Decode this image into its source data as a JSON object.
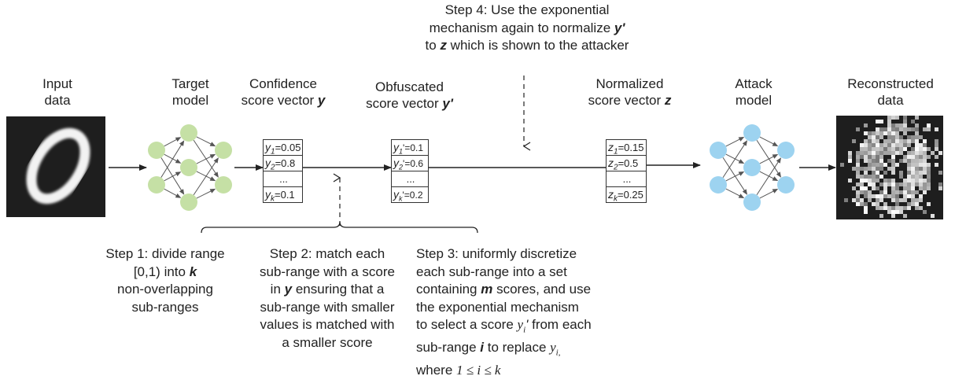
{
  "colors": {
    "target_model_nodes": "#c5e0a5",
    "attack_model_nodes": "#9dd3f0",
    "image_background": "#1e1e1e",
    "arrow": "#222222"
  },
  "labels": {
    "input_data": [
      "Input",
      "data"
    ],
    "target_model": [
      "Target",
      "model"
    ],
    "confidence_vector": {
      "line1": "Confidence",
      "line2": "score vector",
      "var": "y"
    },
    "obfuscated_vector": {
      "line1": "Obfuscated",
      "line2": "score vector",
      "var": "y'"
    },
    "normalized_vector": {
      "line1": "Normalized",
      "line2": "score vector",
      "var": "z"
    },
    "attack_model": [
      "Attack",
      "model"
    ],
    "reconstructed_data": [
      "Reconstructed",
      "data"
    ]
  },
  "vectors": {
    "confidence": [
      {
        "var": "y",
        "sub": "1",
        "val": "=0.05"
      },
      {
        "var": "y",
        "sub": "2",
        "val": "=0.8"
      },
      {
        "dots": "..."
      },
      {
        "var": "y",
        "sub": "k",
        "val": "=0.1"
      }
    ],
    "obfuscated": [
      {
        "var": "y",
        "sub": "1",
        "prime": "'",
        "val": "=0.1"
      },
      {
        "var": "y",
        "sub": "2",
        "prime": "'",
        "val": "=0.6"
      },
      {
        "dots": "..."
      },
      {
        "var": "y",
        "sub": "k",
        "prime": "'",
        "val": "=0.2"
      }
    ],
    "normalized": [
      {
        "var": "z",
        "sub": "1",
        "val": "=0.15"
      },
      {
        "var": "z",
        "sub": "2",
        "val": "=0.5"
      },
      {
        "dots": "..."
      },
      {
        "var": "z",
        "sub": "k",
        "val": "=0.25"
      }
    ]
  },
  "steps": {
    "step4": {
      "line1": "Step 4: Use the exponential",
      "line2a": "mechanism again to normalize ",
      "line2_var": "y'",
      "line3_pre": "to ",
      "line3_var": "z",
      "line3b": " which is shown to the attacker"
    },
    "step1": {
      "line1": "Step 1: divide range",
      "line2a": "[0,1) into ",
      "line2_var": "k",
      "line3": "non-overlapping",
      "line4": "sub-ranges"
    },
    "step2": {
      "line1": "Step 2: match each",
      "line2": "sub-range with a score",
      "line3a": "in ",
      "line3_var": "y",
      "line3b": " ensuring that a",
      "line4": "sub-range with smaller",
      "line5": "values is matched with",
      "line6": "a smaller score"
    },
    "step3": {
      "line1": "Step 3: uniformly discretize",
      "line2": "each sub-range into a set",
      "line3a": "containing ",
      "line3_var": "m",
      "line3b": " scores, and use",
      "line4": "the exponential mechanism",
      "line5a": "to select a score ",
      "line5_var": "y",
      "line5_sub": "i",
      "line5_prime": "'",
      "line5b": " from each",
      "line6a": "sub-range ",
      "line6_var": "i",
      "line6b": " to replace ",
      "line6_var2": "y",
      "line6_sub2": "i,",
      "line7a": "where ",
      "line7_math": "1 ≤ i ≤ k"
    }
  }
}
